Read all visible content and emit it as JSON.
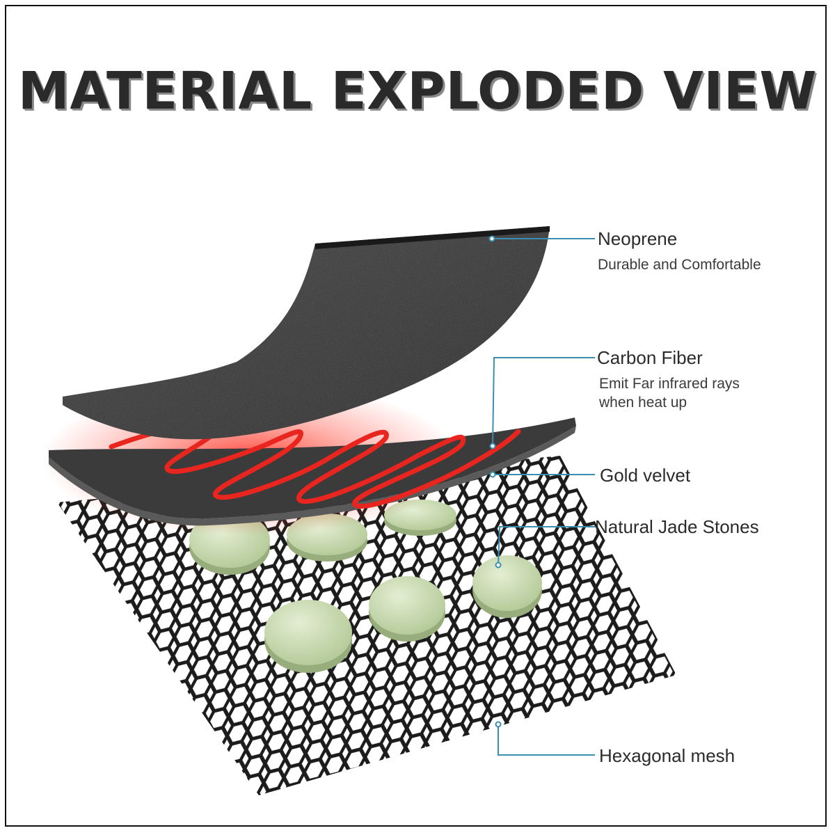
{
  "title": "MATERIAL EXPLODED VIEW",
  "colors": {
    "leader_line": "#3a8fb0",
    "heating_wire": "#e8261f",
    "neoprene": "#2b2b2b",
    "carbon_fiber_sheet": "#3a3a3a",
    "jade": "#c9dbb0",
    "mesh": "#1c1c1c"
  },
  "layers": [
    {
      "name": "Neoprene",
      "description": [
        "Durable and Comfortable"
      ]
    },
    {
      "name": "Carbon Fiber",
      "description": [
        "Emit Far infrared rays",
        "when heat up"
      ]
    },
    {
      "name": "Gold velvet",
      "description": []
    },
    {
      "name": "Natural Jade Stones",
      "description": []
    },
    {
      "name": "Hexagonal mesh",
      "description": []
    }
  ]
}
